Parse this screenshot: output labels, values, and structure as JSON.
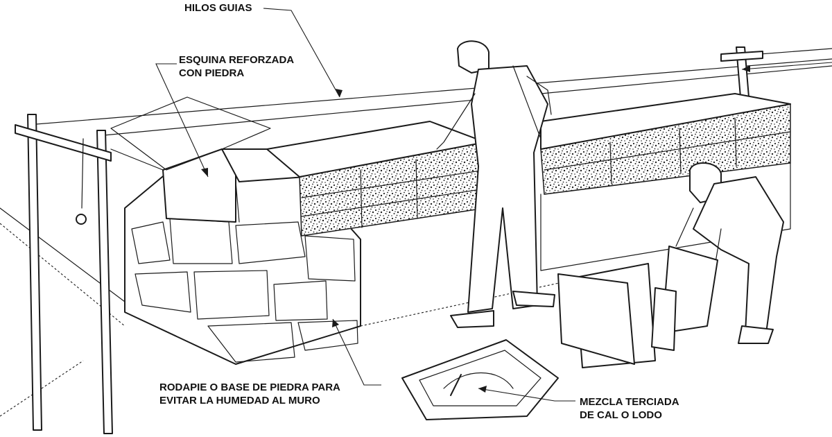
{
  "labels": {
    "hilos": "HILOS GUIAS",
    "esquina": [
      "ESQUINA REFORZADA",
      "CON PIEDRA"
    ],
    "rodapie": [
      "RODAPIE O BASE DE PIEDRA PARA",
      "EVITAR LA HUMEDAD AL MURO"
    ],
    "mezcla": [
      "MEZCLA TERCIADA",
      "DE CAL O LODO"
    ]
  }
}
